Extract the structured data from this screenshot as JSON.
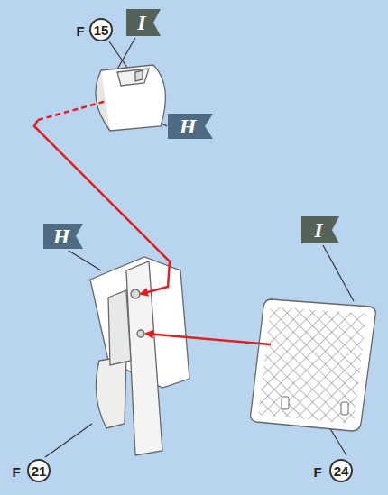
{
  "diagram": {
    "labels": [
      "I",
      "F",
      "15",
      "H",
      "H",
      "F",
      "21",
      "I",
      "F",
      "24"
    ]
  }
}
